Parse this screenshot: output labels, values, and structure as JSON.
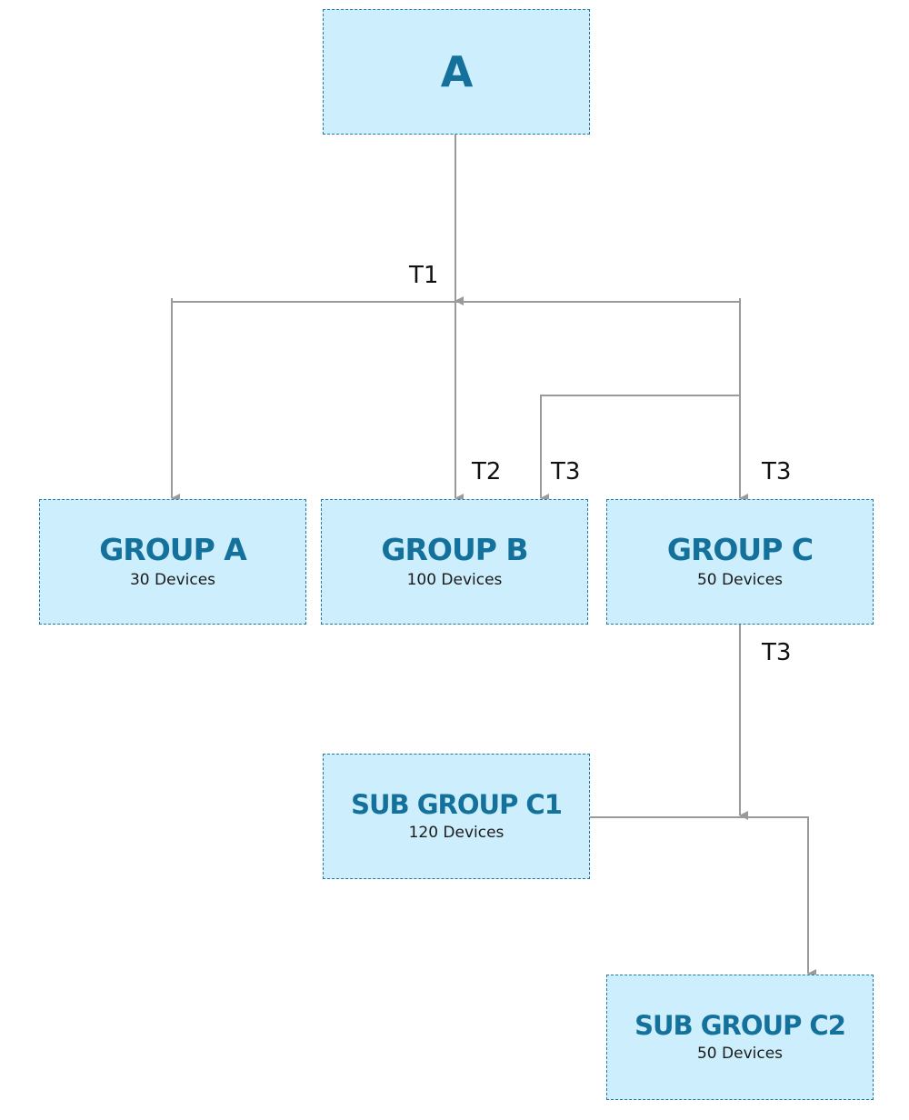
{
  "nodes": {
    "root": {
      "title": "A"
    },
    "group_a": {
      "title": "GROUP A",
      "count": "30 Devices"
    },
    "group_b": {
      "title": "GROUP B",
      "count": "100 Devices"
    },
    "group_c": {
      "title": "GROUP C",
      "count": "50 Devices"
    },
    "sub_group_c1": {
      "title": "SUB GROUP C1",
      "count": "120 Devices"
    },
    "sub_group_c2": {
      "title": "SUB GROUP C2",
      "count": "50 Devices"
    }
  },
  "edge_labels": {
    "root_to_groups": "T1",
    "to_group_b": "T2",
    "to_group_b_branch": "T3",
    "to_group_c": "T3",
    "group_c_to_subgroups": "T3"
  },
  "colors": {
    "box_fill": "#cdeefc",
    "box_border": "#1f7aa3",
    "title_text": "#14719b",
    "connector": "#9a9a9a"
  }
}
